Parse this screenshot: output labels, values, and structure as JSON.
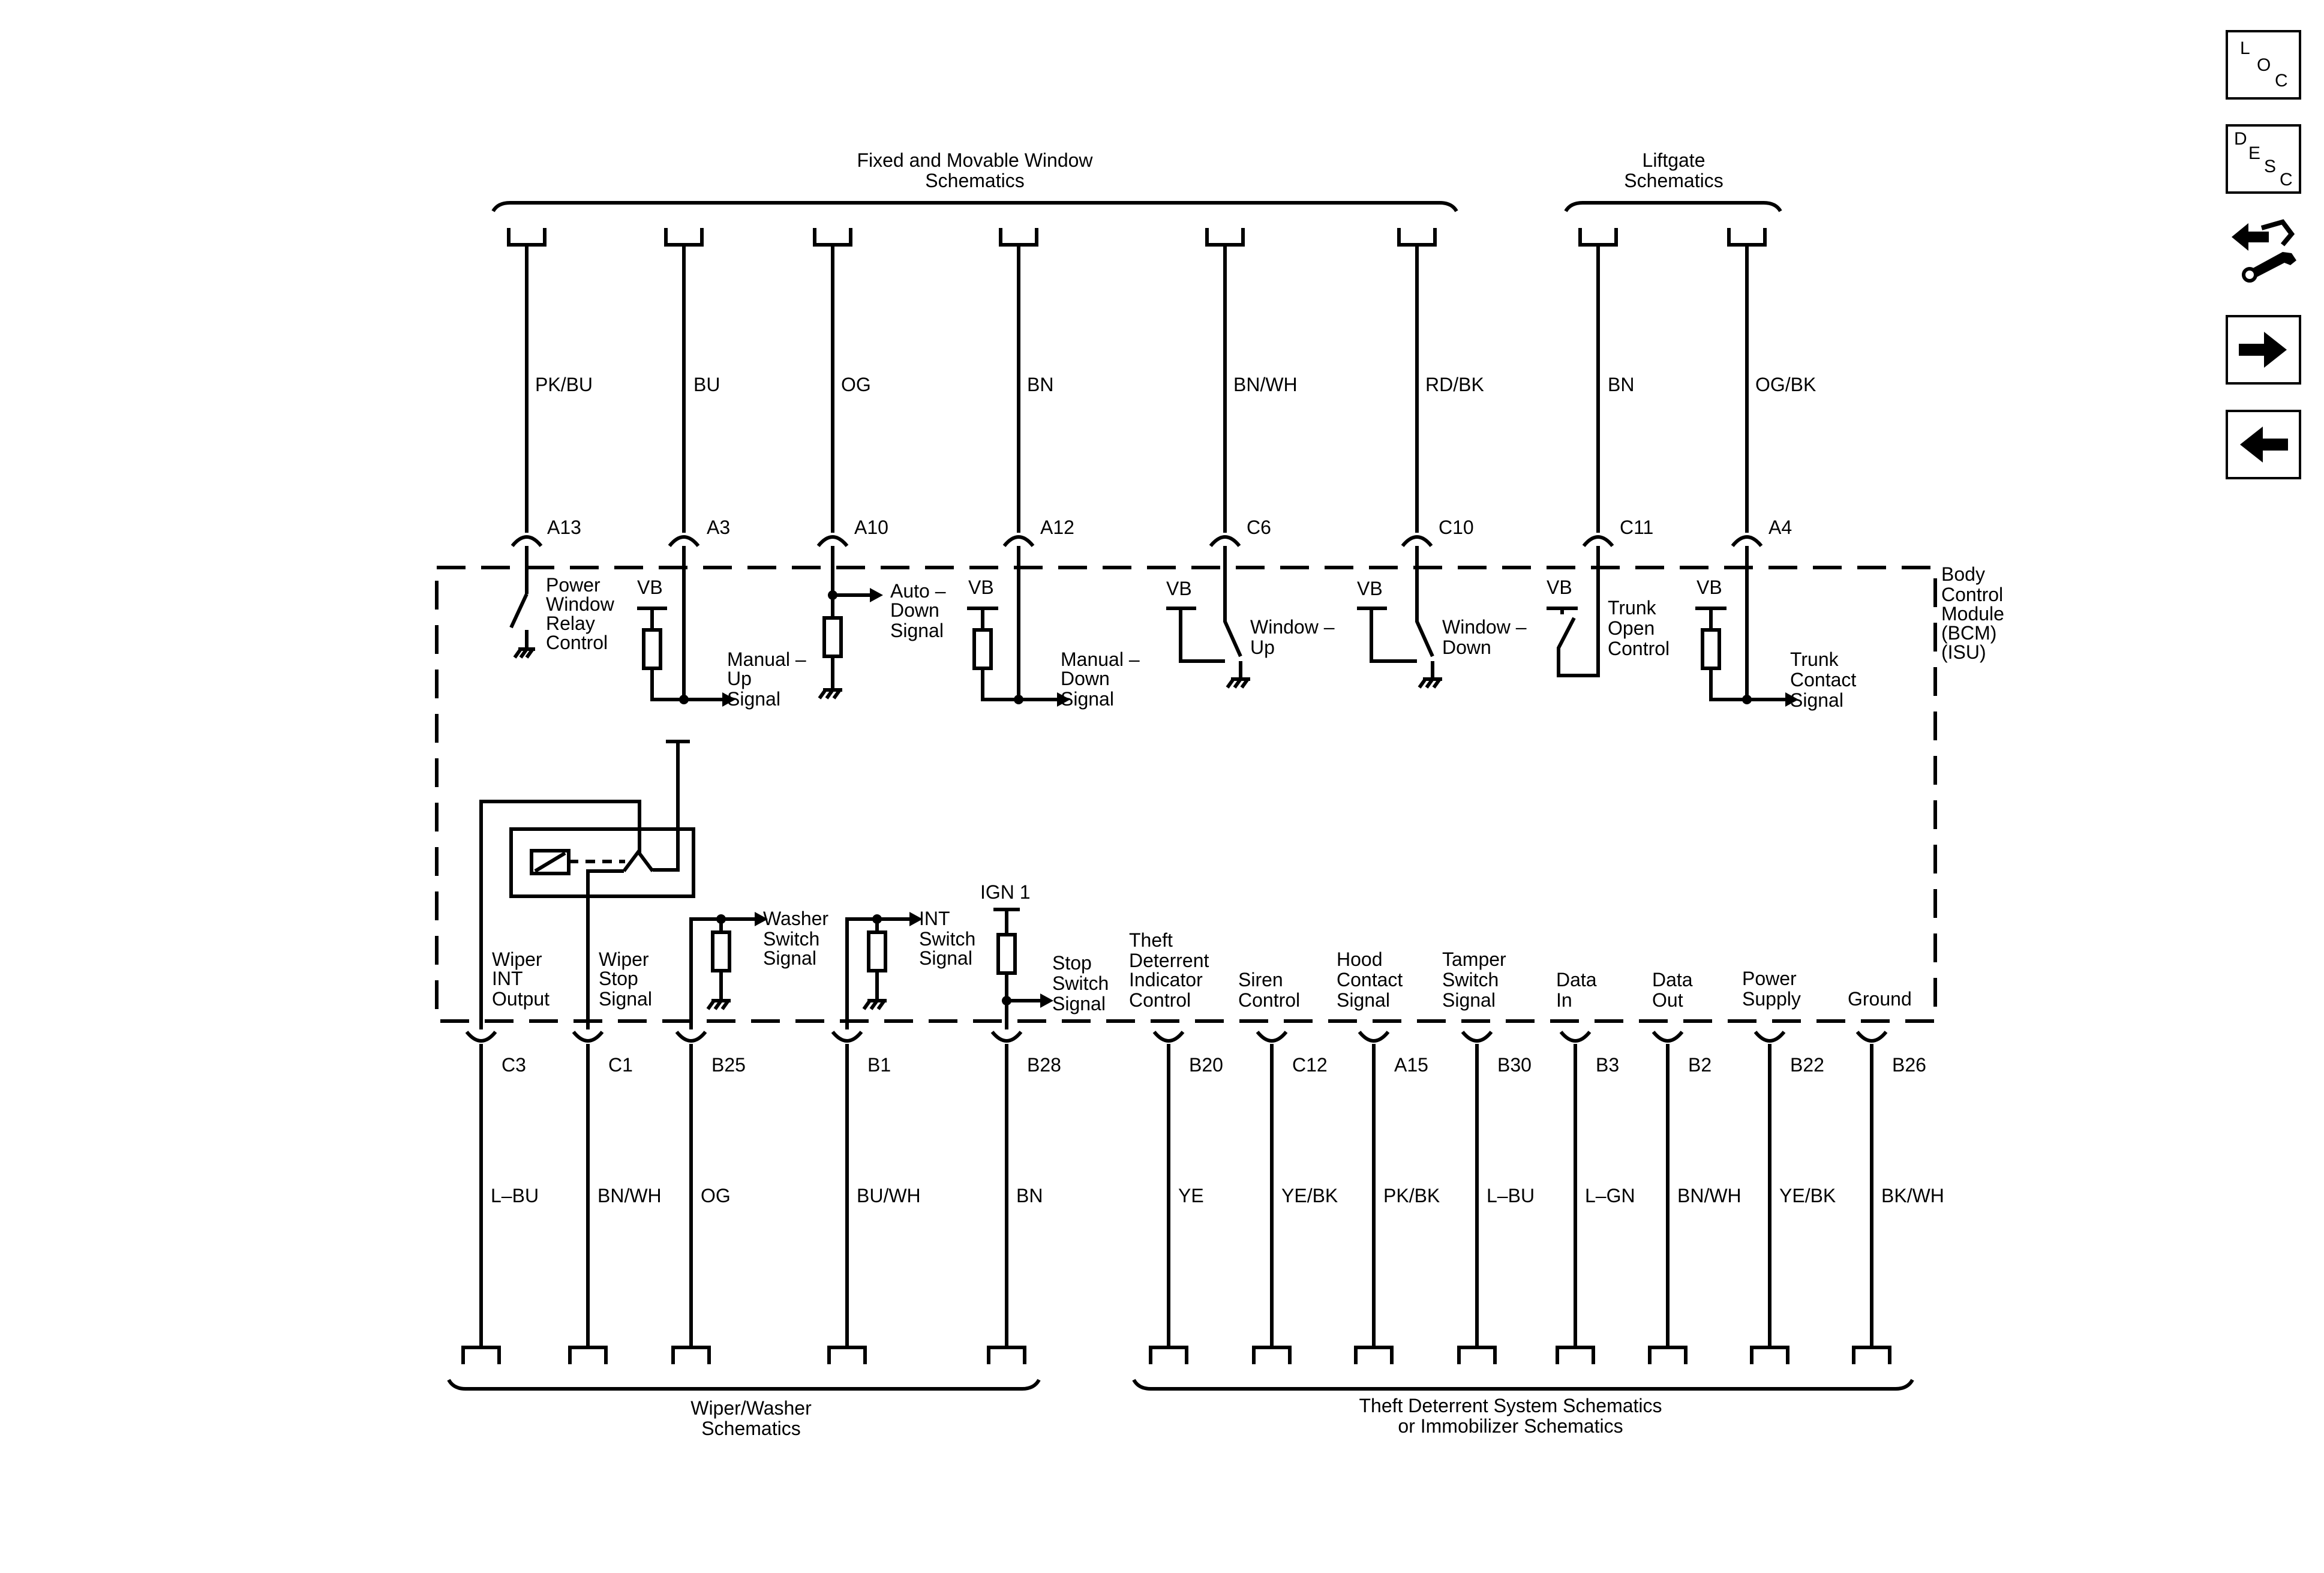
{
  "nav": {
    "loc": [
      "L",
      "O",
      "C"
    ],
    "desc": [
      "D",
      "E",
      "S",
      "C"
    ]
  },
  "groups": {
    "window": [
      "Fixed and Movable Window",
      "Schematics"
    ],
    "liftgate": [
      "Liftgate",
      "Schematics"
    ],
    "wiper": [
      "Wiper/Washer",
      "Schematics"
    ],
    "theft": [
      "Theft Deterrent System Schematics",
      "or Immobilizer Schematics"
    ]
  },
  "module": [
    "Body",
    "Control",
    "Module",
    "(BCM)",
    "(ISU)"
  ],
  "top_circuits": [
    {
      "wire": "PK/BU",
      "pin": "A13",
      "label": [
        "Power",
        "Window",
        "Relay",
        "Control"
      ]
    },
    {
      "wire": "BU",
      "pin": "A3",
      "label": [
        "Manual –",
        "Up",
        "Signal"
      ]
    },
    {
      "wire": "OG",
      "pin": "A10",
      "label": [
        "Auto –",
        "Down",
        "Signal"
      ]
    },
    {
      "wire": "BN",
      "pin": "A12",
      "label": [
        "Manual –",
        "Down",
        "Signal"
      ]
    },
    {
      "wire": "BN/WH",
      "pin": "C6",
      "label": [
        "Window –",
        "Up"
      ]
    },
    {
      "wire": "RD/BK",
      "pin": "C10",
      "label": [
        "Window –",
        "Down"
      ]
    },
    {
      "wire": "BN",
      "pin": "C11",
      "label": [
        "Trunk",
        "Open",
        "Control"
      ]
    },
    {
      "wire": "OG/BK",
      "pin": "A4",
      "label": [
        "Trunk",
        "Contact",
        "Signal"
      ]
    }
  ],
  "vb": "VB",
  "ign": "IGN 1",
  "bottom_circuits": [
    {
      "wire": "L–BU",
      "pin": "C3",
      "label": [
        "Wiper",
        "INT",
        "Output"
      ]
    },
    {
      "wire": "BN/WH",
      "pin": "C1",
      "label": [
        "Wiper",
        "Stop",
        "Signal"
      ]
    },
    {
      "wire": "OG",
      "pin": "B25",
      "label": [
        "Washer",
        "Switch",
        "Signal"
      ]
    },
    {
      "wire": "BU/WH",
      "pin": "B1",
      "label": [
        "INT",
        "Switch",
        "Signal"
      ]
    },
    {
      "wire": "BN",
      "pin": "B28",
      "label": [
        "Stop",
        "Switch",
        "Signal"
      ]
    },
    {
      "wire": "YE",
      "pin": "B20",
      "label": [
        "Theft",
        "Deterrent",
        "Indicator",
        "Control"
      ]
    },
    {
      "wire": "YE/BK",
      "pin": "C12",
      "label": [
        "Siren",
        "Control"
      ]
    },
    {
      "wire": "PK/BK",
      "pin": "A15",
      "label": [
        "Hood",
        "Contact",
        "Signal"
      ]
    },
    {
      "wire": "L–BU",
      "pin": "B30",
      "label": [
        "Tamper",
        "Switch",
        "Signal"
      ]
    },
    {
      "wire": "L–GN",
      "pin": "B3",
      "label": [
        "Data",
        "In"
      ]
    },
    {
      "wire": "BN/WH",
      "pin": "B2",
      "label": [
        "Data",
        "Out"
      ]
    },
    {
      "wire": "YE/BK",
      "pin": "B22",
      "label": [
        "Power",
        "Supply"
      ]
    },
    {
      "wire": "BK/WH",
      "pin": "B26",
      "label": [
        "Ground"
      ]
    }
  ]
}
